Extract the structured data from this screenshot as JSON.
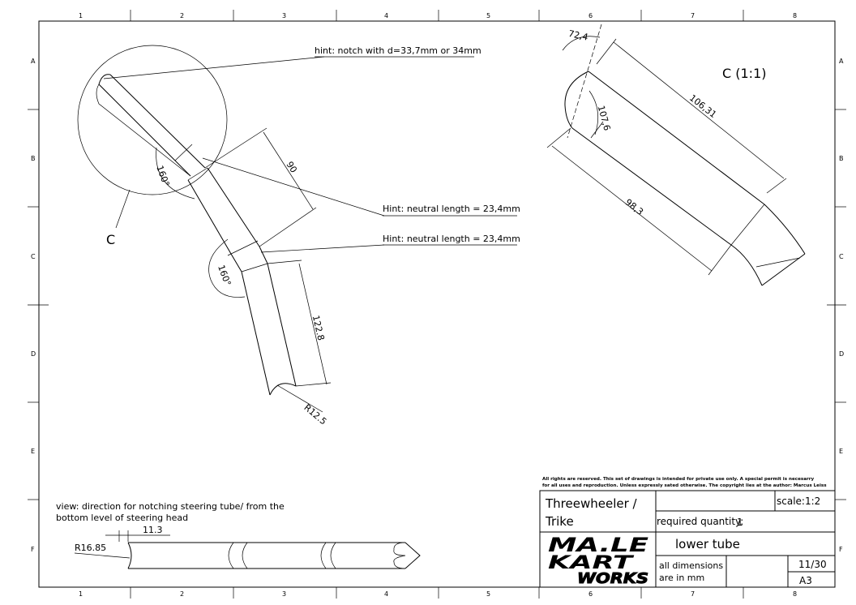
{
  "grid": {
    "columns": [
      "1",
      "2",
      "3",
      "4",
      "5",
      "6",
      "7",
      "8"
    ],
    "rows": [
      "A",
      "B",
      "C",
      "D",
      "E",
      "F"
    ]
  },
  "notes": {
    "hint_notch": "hint: notch with d=33,7mm or 34mm",
    "hint_neutral_1": "Hint:  neutral length = 23,4mm",
    "hint_neutral_2": "Hint:  neutral length = 23,4mm",
    "view_line1": "view: direction for notching steering tube/ from the",
    "view_line2": "bottom level of steering head",
    "detail_label": "C",
    "detail_title": "C (1:1)"
  },
  "dimensions": {
    "main_90": "90",
    "main_122_8": "122.8",
    "main_r12_5": "R12.5",
    "main_angle_1": "160°",
    "main_angle_2": "160°",
    "detail_72_4": "72,4",
    "detail_107_6": "107,6",
    "detail_106_31": "106,31",
    "detail_98_3": "98,3",
    "bottom_r16_85": "R16.85",
    "bottom_11_3": "11.3"
  },
  "title_block": {
    "rights_line1": "All rights are reserved. This set of drawings is intended for private use only. A special permit is necesarry",
    "rights_line2": "for all uses and reproduction. Unless expressly sated otherwise. The copyright lies at the author: Marcus Leiss",
    "title_line1": "Threewheeler /",
    "title_line2": "Trike",
    "scale_label": "scale:",
    "scale_value": "1:2",
    "quantity_label": "required quantity:",
    "quantity_value": "1",
    "part_name": "lower tube",
    "units_line1": "all dimensions",
    "units_line2": "are in mm",
    "sheet_number": "11/30",
    "paper_size": "A3",
    "logo_top": "MA.LE",
    "logo_mid": "KART",
    "logo_bottom": "WORKS"
  }
}
